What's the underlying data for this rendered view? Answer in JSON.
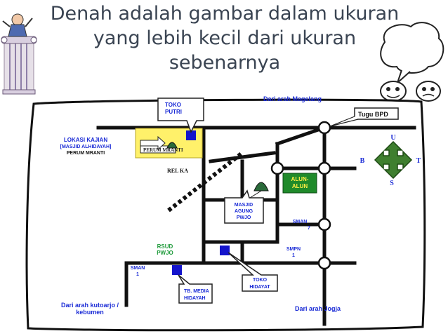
{
  "slide": {
    "title_lines": [
      "Denah adalah gambar dalam ukuran",
      "yang lebih kecil dari ukuran",
      "sebenarnya"
    ]
  },
  "map": {
    "road_label_top": "Dari arah Magelang",
    "tugu": "Tugu BPD",
    "toko_putri": [
      "TOKO",
      "PUTRI"
    ],
    "lokasi": [
      "LOKASI KAJIAN",
      "[MASJID ALHIDAYAH]",
      "PERUM MRANTI"
    ],
    "perum_sign": "PERUM MRANTI",
    "rel_ka": "REL KA",
    "alun_alun": [
      "ALUN-",
      "ALUN"
    ],
    "masjid_agung": [
      "MASJID",
      "AGUNG",
      "PWJO"
    ],
    "sman7": [
      "SMAN",
      "7"
    ],
    "smpn1": [
      "SMPN",
      "1"
    ],
    "rsud": [
      "RSUD",
      "PWJO"
    ],
    "sman1": [
      "SMAN",
      "1"
    ],
    "toko_hidayat": [
      "TOKO",
      "HIDAYAT"
    ],
    "tb_media": [
      "TB. MEDIA",
      "HIDAYAH"
    ],
    "road_label_bottom_left": [
      "Dari arah kutoarjo /",
      "kebumen"
    ],
    "road_label_bottom_right": "Dari arah Jogja",
    "compass": {
      "n": "U",
      "w": "B",
      "e": "T",
      "s": "S"
    }
  },
  "colors": {
    "title": "#3a4452",
    "road": "#111111",
    "blue_label": "#1a2bd6",
    "green_label": "#1e9a3a",
    "perum_box": "#fff16a",
    "alun_box": "#1f8a2a",
    "compass": "#3f7f2f",
    "marker": "#1414cc"
  }
}
